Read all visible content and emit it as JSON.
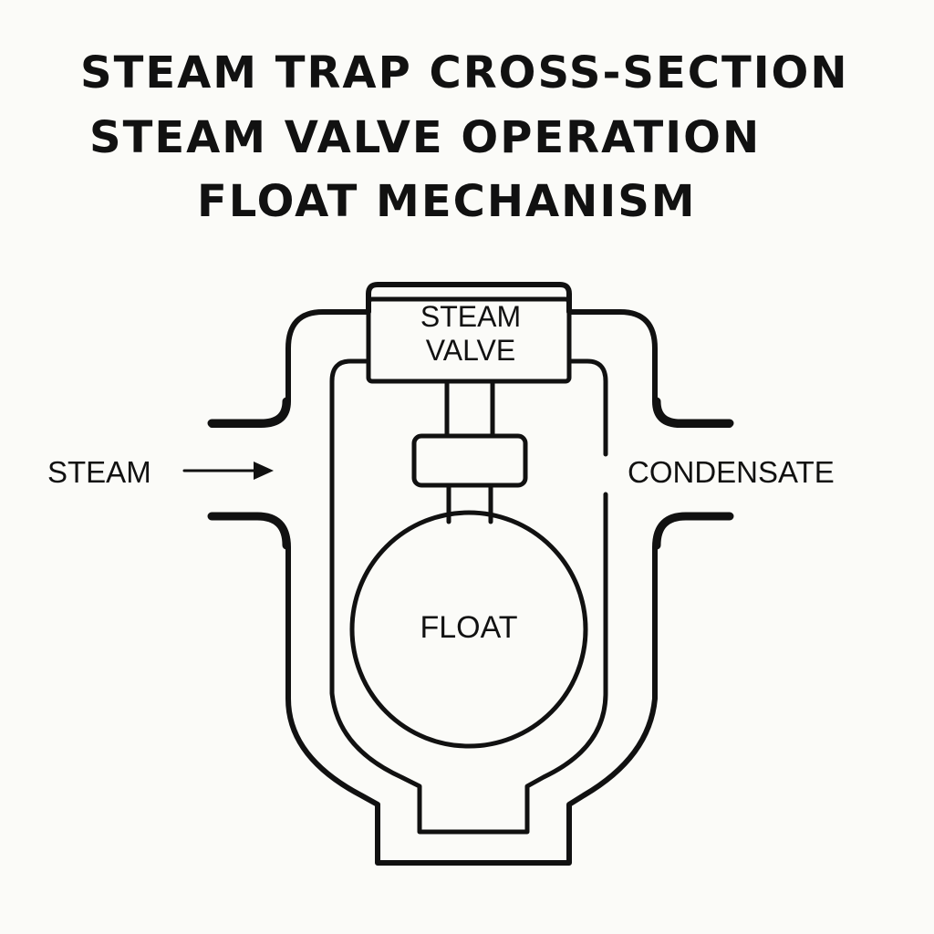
{
  "title": {
    "line1": "STEAM TRAP CROSS-SECTION",
    "line2": "STEAM VALVE OPERATION",
    "line3": "FLOAT MECHANISM"
  },
  "labels": {
    "valve_line1": "STEAM",
    "valve_line2": "VALVE",
    "inlet": "STEAM",
    "outlet": "CONDENSATE",
    "float": "FLOAT"
  },
  "colors": {
    "ink": "#111111",
    "background": "#fbfbf8"
  }
}
